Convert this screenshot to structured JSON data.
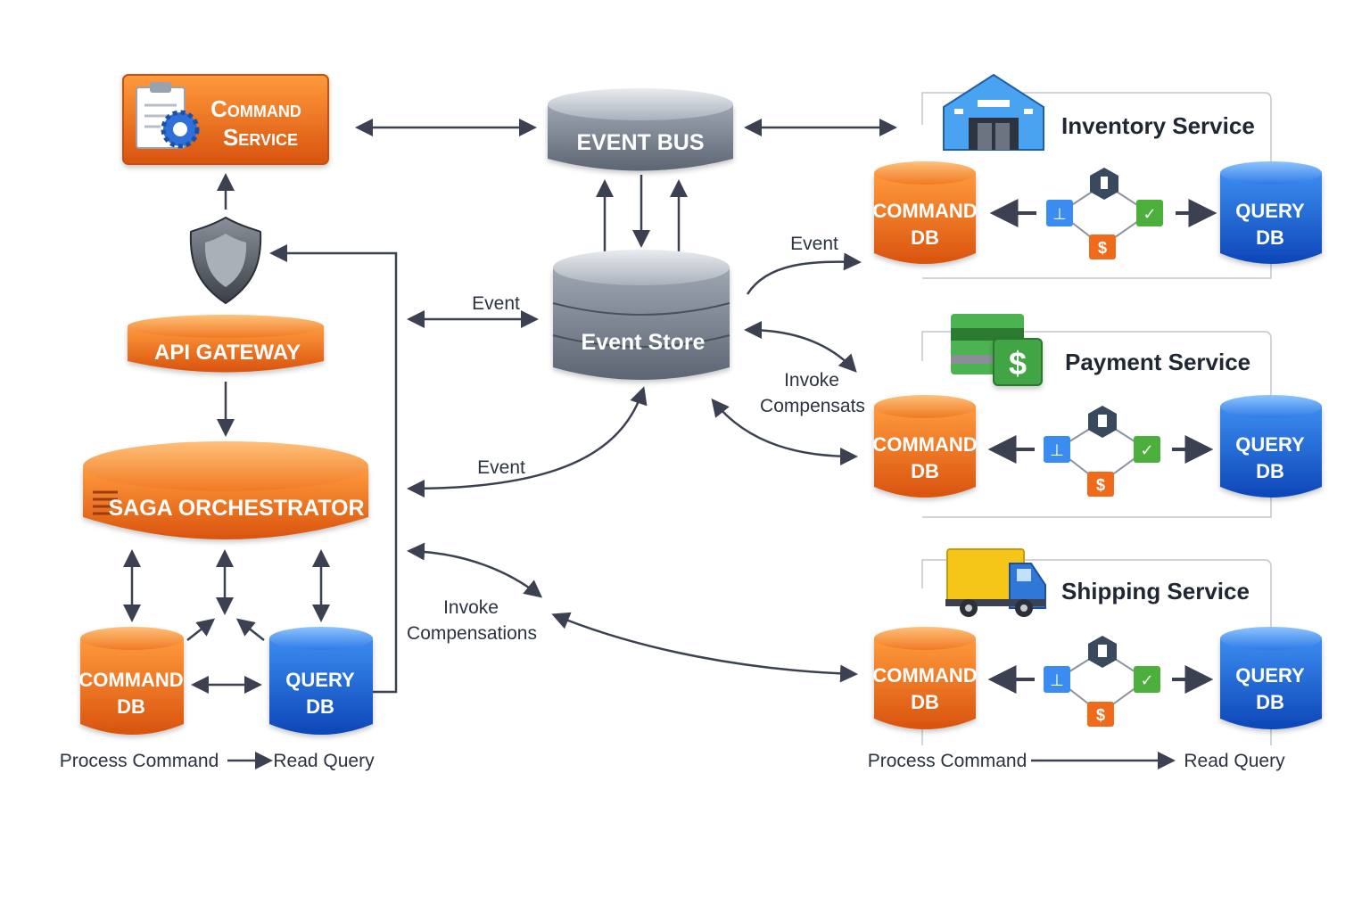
{
  "command_service": {
    "line1": "Command",
    "line2": "Service"
  },
  "event_bus": {
    "label": "EVENT BUS"
  },
  "event_store": {
    "label": "Event Store"
  },
  "api_gateway": {
    "label": "API GATEWAY"
  },
  "saga": {
    "label": "SAGA ORCHESTRATOR"
  },
  "db": {
    "command_1": "COMMAND",
    "command_2": "DB",
    "query_1": "QUERY",
    "query_2": "DB"
  },
  "labels": {
    "event_bus_store": "Event",
    "event_saga": "Event",
    "event_inventory": "Event",
    "invoke_payment_1": "Invoke",
    "invoke_payment_2": "Compensats",
    "invoke_saga_1": "Invoke",
    "invoke_saga_2": "Compensations",
    "process_command_left": "Process Command",
    "read_query_left": "Read Query",
    "process_command_right": "Process Command",
    "read_query_right": "Read Query"
  },
  "services": [
    {
      "title": "Inventory Service",
      "icon": "warehouse-icon"
    },
    {
      "title": "Payment Service",
      "icon": "money-icon"
    },
    {
      "title": "Shipping Service",
      "icon": "truck-icon"
    }
  ],
  "colors": {
    "orange": "#ef6c1c",
    "blue": "#1f63d6",
    "gray": "#8a929e",
    "arrow": "#3b4150"
  }
}
